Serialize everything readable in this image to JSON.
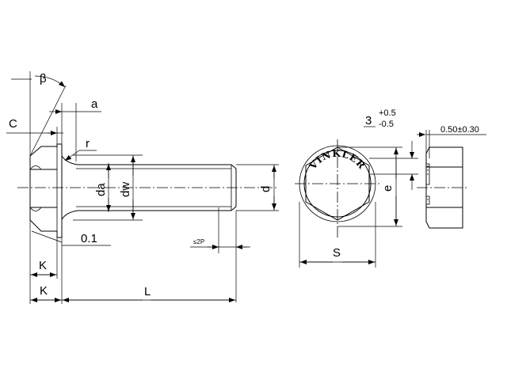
{
  "labels": {
    "beta": "β",
    "a": "a",
    "c": "C",
    "r": "r",
    "da": "da",
    "dw": "dw",
    "d": "d",
    "zero_one": "0.1",
    "two_p": "≤2P",
    "k": "K",
    "k2": "K",
    "l": "L",
    "s": "S",
    "e": "e",
    "three": "3",
    "plus_tol": "+0.5",
    "minus_tol": "-0.5",
    "mark_depth": "0.50±0.30"
  },
  "head_marking": "VINKLER"
}
